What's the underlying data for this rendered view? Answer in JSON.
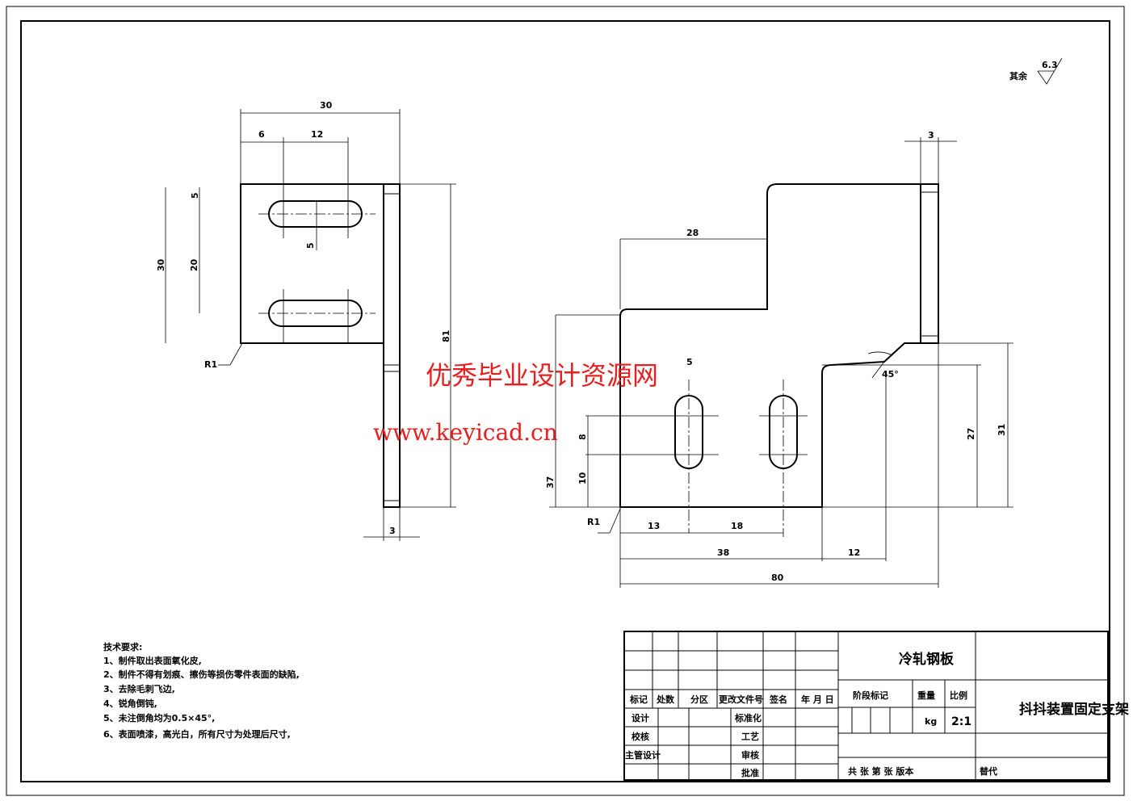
{
  "roughness": {
    "label": "其余",
    "value": "6.3"
  },
  "left_view": {
    "dims": [
      "30",
      "6",
      "12",
      "5",
      "5",
      "30",
      "20",
      "81",
      "3"
    ],
    "radius": "R1"
  },
  "right_view": {
    "dims": [
      "3",
      "28",
      "5",
      "37",
      "8",
      "10",
      "45°",
      "27",
      "31",
      "13",
      "18",
      "38",
      "12",
      "80"
    ],
    "radius": "R1"
  },
  "watermark": {
    "line1": "优秀毕业设计资源网",
    "line2": "www.keyicad.cn"
  },
  "tech_requirements": {
    "title": "技术要求:",
    "items": [
      "1、制件取出表面氧化皮,",
      "2、制件不得有划痕、擦伤等损伤零件表面的缺陷,",
      "3、去除毛刺飞边,",
      "4、锐角倒钝,",
      "5、未注倒角均为0.5×45°,",
      "6、表面喷漆，高光白，所有尺寸为处理后尺寸,"
    ]
  },
  "title_block": {
    "header": [
      "标记",
      "处数",
      "分区",
      "更改文件号",
      "签名",
      "年 月 日"
    ],
    "rows": [
      "设计",
      "校核",
      "主管设计"
    ],
    "mid": [
      "标准化",
      "工艺",
      "审核",
      "批准"
    ],
    "material": "冷轧钢板",
    "stage": "阶段标记",
    "weight": "重量",
    "scale_label": "比例",
    "weight_unit": "kg",
    "scale": "2:1",
    "sheet": "共  张  第  张  版本",
    "replace": "替代",
    "part_name": "抖抖装置固定支架"
  }
}
